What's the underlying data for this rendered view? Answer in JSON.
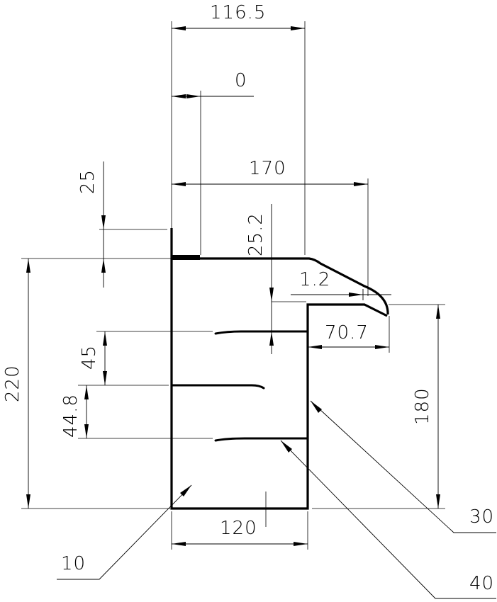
{
  "dimensions": {
    "d_116_5": "116.5",
    "d_0": "0",
    "d_170": "170",
    "d_25": "25",
    "d_25_2": "25.2",
    "d_1_2": "1.2",
    "d_70_7": "70.7",
    "d_220": "220",
    "d_45": "45",
    "d_44_8": "44.8",
    "d_180": "180",
    "d_120": "120"
  },
  "callouts": {
    "part_10": "10",
    "part_30": "30",
    "part_40": "40"
  }
}
